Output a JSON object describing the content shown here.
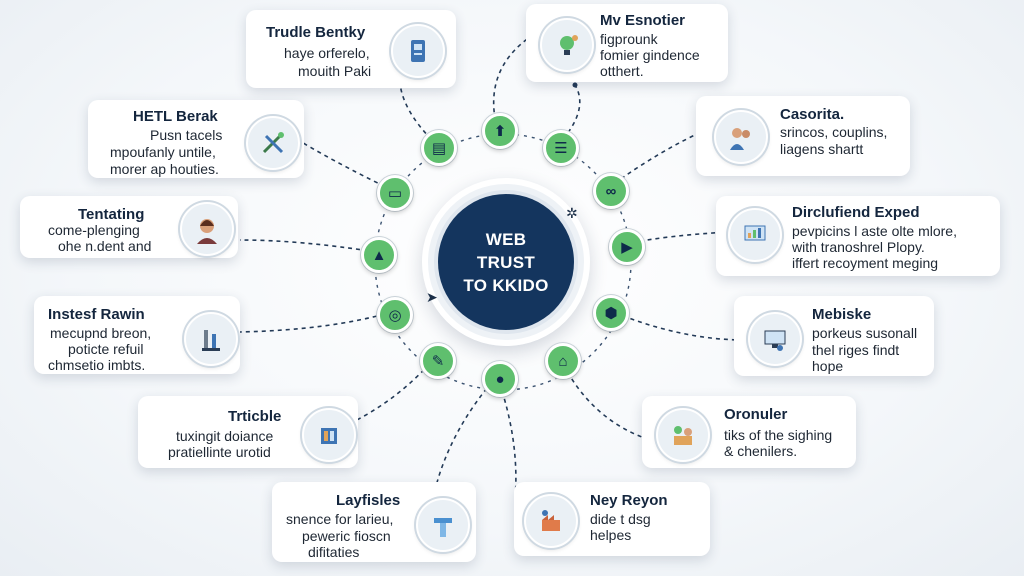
{
  "hub": {
    "lines": [
      "WEB",
      "TRUST",
      "TO KKIDO"
    ]
  },
  "cards": [
    {
      "id": "trudie",
      "title": "Trudle Bentky",
      "lines": [
        "haye orferelo,",
        "mouith Paki"
      ],
      "icon": "document-icon"
    },
    {
      "id": "hetl",
      "title": "HETL Berak",
      "lines": [
        "Pusn tacels",
        "mpoufanly untile,",
        "morer ap houties."
      ],
      "icon": "tools-icon"
    },
    {
      "id": "tentating",
      "title": "Tentating",
      "lines": [
        "come-plenging",
        "ohe n.dent and"
      ],
      "icon": "person-icon"
    },
    {
      "id": "instesf",
      "title": "Instesf Rawin",
      "lines": [
        "mecupnd breon,",
        "poticte refuil",
        "chmsetio imbts."
      ],
      "icon": "lab-icon"
    },
    {
      "id": "trticble",
      "title": "Trticble",
      "lines": [
        "tuxingit doiance",
        "pratiellinte urotid"
      ],
      "icon": "tablet-icon"
    },
    {
      "id": "layfisles",
      "title": "Layfisles",
      "lines": [
        "snence for larieu,",
        "peweric fioscn",
        "difitaties"
      ],
      "icon": "stand-icon"
    },
    {
      "id": "my-esnotier",
      "title": "Mv Esnotier",
      "lines": [
        "figprounk",
        "fomier gindence",
        "otthert."
      ],
      "icon": "idea-icon"
    },
    {
      "id": "casorita",
      "title": "Casorita.",
      "lines": [
        "srincos, couplins,",
        "liagens shartt"
      ],
      "icon": "couple-icon"
    },
    {
      "id": "dirclufiend",
      "title": "Dirclufiend Exped",
      "lines": [
        "pevpicins l aste olte mlore,",
        "with tranoshrel Plopy.",
        "iffert recoyment meging"
      ],
      "icon": "charts-icon"
    },
    {
      "id": "mebiske",
      "title": "Mebiske",
      "lines": [
        "porkeus susonall",
        "thel riges findt",
        "hope"
      ],
      "icon": "monitor-icon"
    },
    {
      "id": "oronuler",
      "title": "Oronuler",
      "lines": [
        "tiks of the sighing",
        "& chenilers."
      ],
      "icon": "team-icon"
    },
    {
      "id": "ney-reyon",
      "title": "Ney Reyon",
      "lines": [
        "dide t dsg",
        "helpes"
      ],
      "icon": "factory-icon"
    }
  ],
  "nodes": [
    {
      "id": "n-top-left",
      "icon": "clipboard-icon",
      "glyph": "▤"
    },
    {
      "id": "n-top",
      "icon": "cloud-up-icon",
      "glyph": "⬆"
    },
    {
      "id": "n-top-right",
      "icon": "basket-icon",
      "glyph": "☰"
    },
    {
      "id": "n-left-upper",
      "icon": "card-icon",
      "glyph": "▭"
    },
    {
      "id": "n-right-upper",
      "icon": "glasses-icon",
      "glyph": "∞"
    },
    {
      "id": "n-left",
      "icon": "warning-icon",
      "glyph": "▲"
    },
    {
      "id": "n-right",
      "icon": "play-icon",
      "glyph": "▶"
    },
    {
      "id": "n-left-lower",
      "icon": "target-icon",
      "glyph": "◎"
    },
    {
      "id": "n-right-lower",
      "icon": "shield-icon",
      "glyph": "⬢"
    },
    {
      "id": "n-bottom-left",
      "icon": "pen-icon",
      "glyph": "✎"
    },
    {
      "id": "n-bottom",
      "icon": "pin-icon",
      "glyph": "●"
    },
    {
      "id": "n-bottom-right",
      "icon": "home-icon",
      "glyph": "⌂"
    }
  ],
  "colors": {
    "hub": "#14355e",
    "node": "#5fbf6e",
    "connector": "#233a57",
    "accent": "#2f7dc6"
  }
}
